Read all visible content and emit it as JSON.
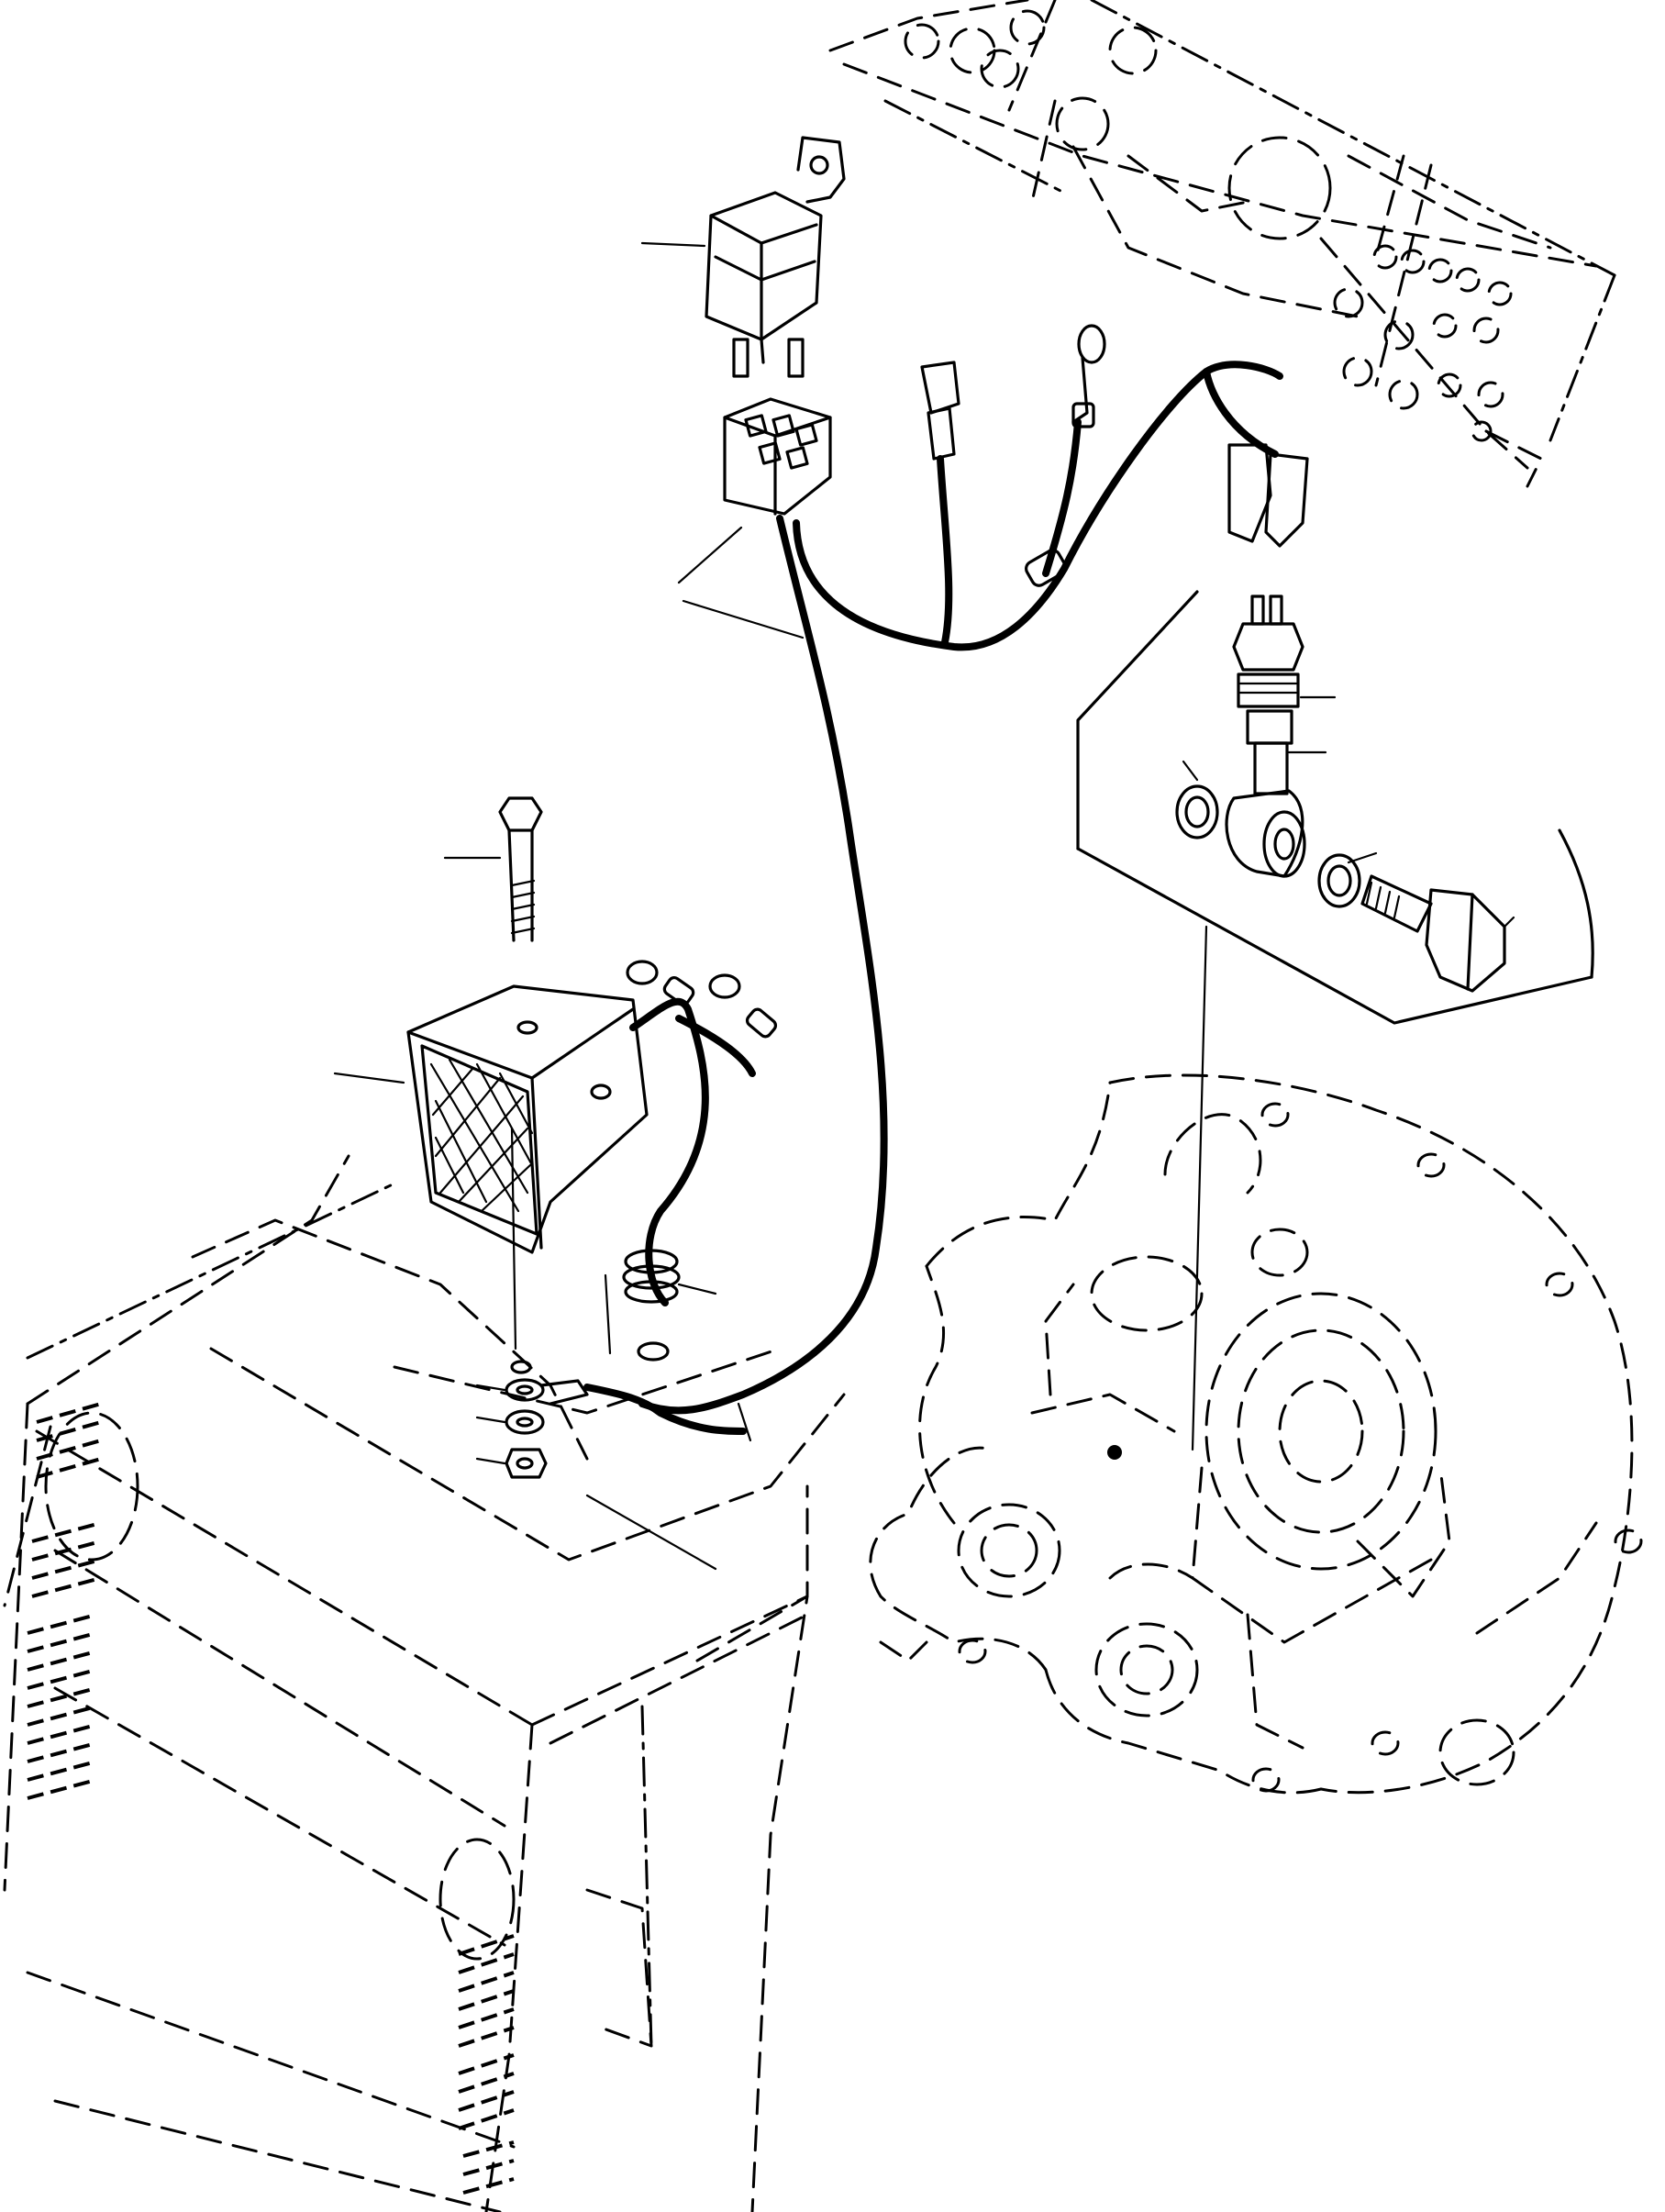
{
  "diagram": {
    "components": [
      {
        "id": "relay",
        "icon": "relay-icon"
      },
      {
        "id": "relay-socket",
        "icon": "relay-socket-icon"
      },
      {
        "id": "wiring-harness",
        "icon": "harness-icon"
      },
      {
        "id": "alarm-buzzer",
        "icon": "buzzer-icon"
      },
      {
        "id": "mounting-bolt",
        "icon": "bolt-icon"
      },
      {
        "id": "grommet",
        "icon": "grommet-icon"
      },
      {
        "id": "washers-and-nut",
        "icon": "washer-icon"
      },
      {
        "id": "pressure-switch",
        "icon": "switch-icon"
      },
      {
        "id": "adapter-elbow",
        "icon": "elbow-icon"
      },
      {
        "id": "seal-washers",
        "icon": "seal-icon"
      },
      {
        "id": "banjo-bolt",
        "icon": "bolt-icon"
      },
      {
        "id": "instrument-panel",
        "icon": "panel-icon"
      },
      {
        "id": "transmission-housing",
        "icon": "transmission-icon"
      },
      {
        "id": "radiator-grille",
        "icon": "grille-icon"
      }
    ],
    "leader_count": 14,
    "colors": {
      "line": "#000000",
      "background": "#ffffff"
    }
  }
}
